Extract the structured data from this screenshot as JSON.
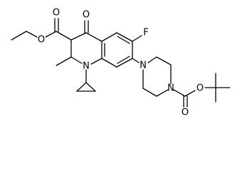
{
  "atoms": {
    "ketone_oxygen": "O",
    "ester_carbonyl_oxygen": "O",
    "ester_ether_oxygen": "O",
    "fluorine": "F",
    "quinolone_nitrogen": "N",
    "piperazine_nitrogen_upper": "N",
    "piperazine_nitrogen_lower": "N",
    "boc_carbonyl_oxygen": "O",
    "boc_ether_oxygen": "O"
  },
  "colors": {
    "bond": "#000000",
    "label": "#000000",
    "background": "#ffffff"
  }
}
